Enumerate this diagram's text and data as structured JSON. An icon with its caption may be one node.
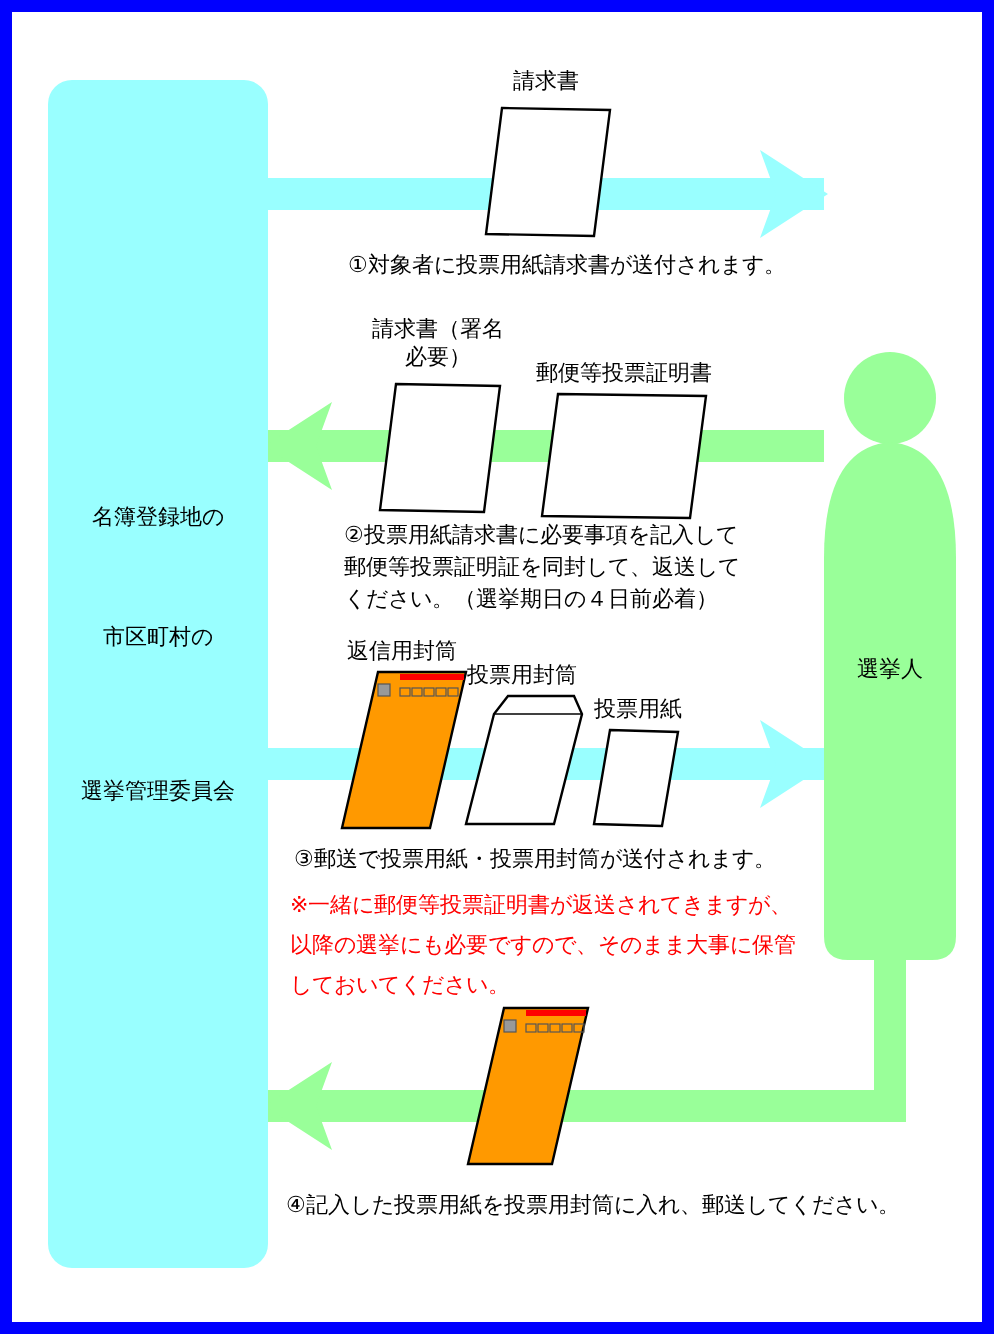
{
  "diagram": {
    "nodes": [
      {
        "text": [
          "名簿登録地の",
          "市区町村の",
          "選挙管理委員会"
        ]
      },
      {
        "text": [
          "選挙人"
        ]
      }
    ],
    "edges": [
      {
        "from": 0,
        "to": 1,
        "arrow": "to",
        "color": "#99ffff"
      },
      {
        "from": 1,
        "to": 0,
        "arrow": "to",
        "color": "#99ff99"
      },
      {
        "from": 0,
        "to": 1,
        "arrow": "to",
        "color": "#99ffff"
      },
      {
        "from": 1,
        "to": 0,
        "arrow": "to",
        "color": "#99ff99"
      }
    ],
    "labels": [
      "請求書",
      "①対象者に投票用紙請求書が送付されます。",
      "請求書（署名必要）",
      "郵便等投票証明書",
      "②投票用紙請求書に必要事項を記入して郵便等投票証明証を同封して、返送してください。（選挙期日の４日前必着）",
      "返信用封筒",
      "投票用封筒",
      "投票用紙",
      "③郵送で投票用紙・投票用封筒が送付されます。",
      "※一緒に郵便等投票証明書が返送されてきますが、以降の選挙にも必要ですので、そのまま大事に保管しておいてください。",
      "④記入した投票用紙を投票用封筒に入れ、郵送してください。"
    ]
  }
}
